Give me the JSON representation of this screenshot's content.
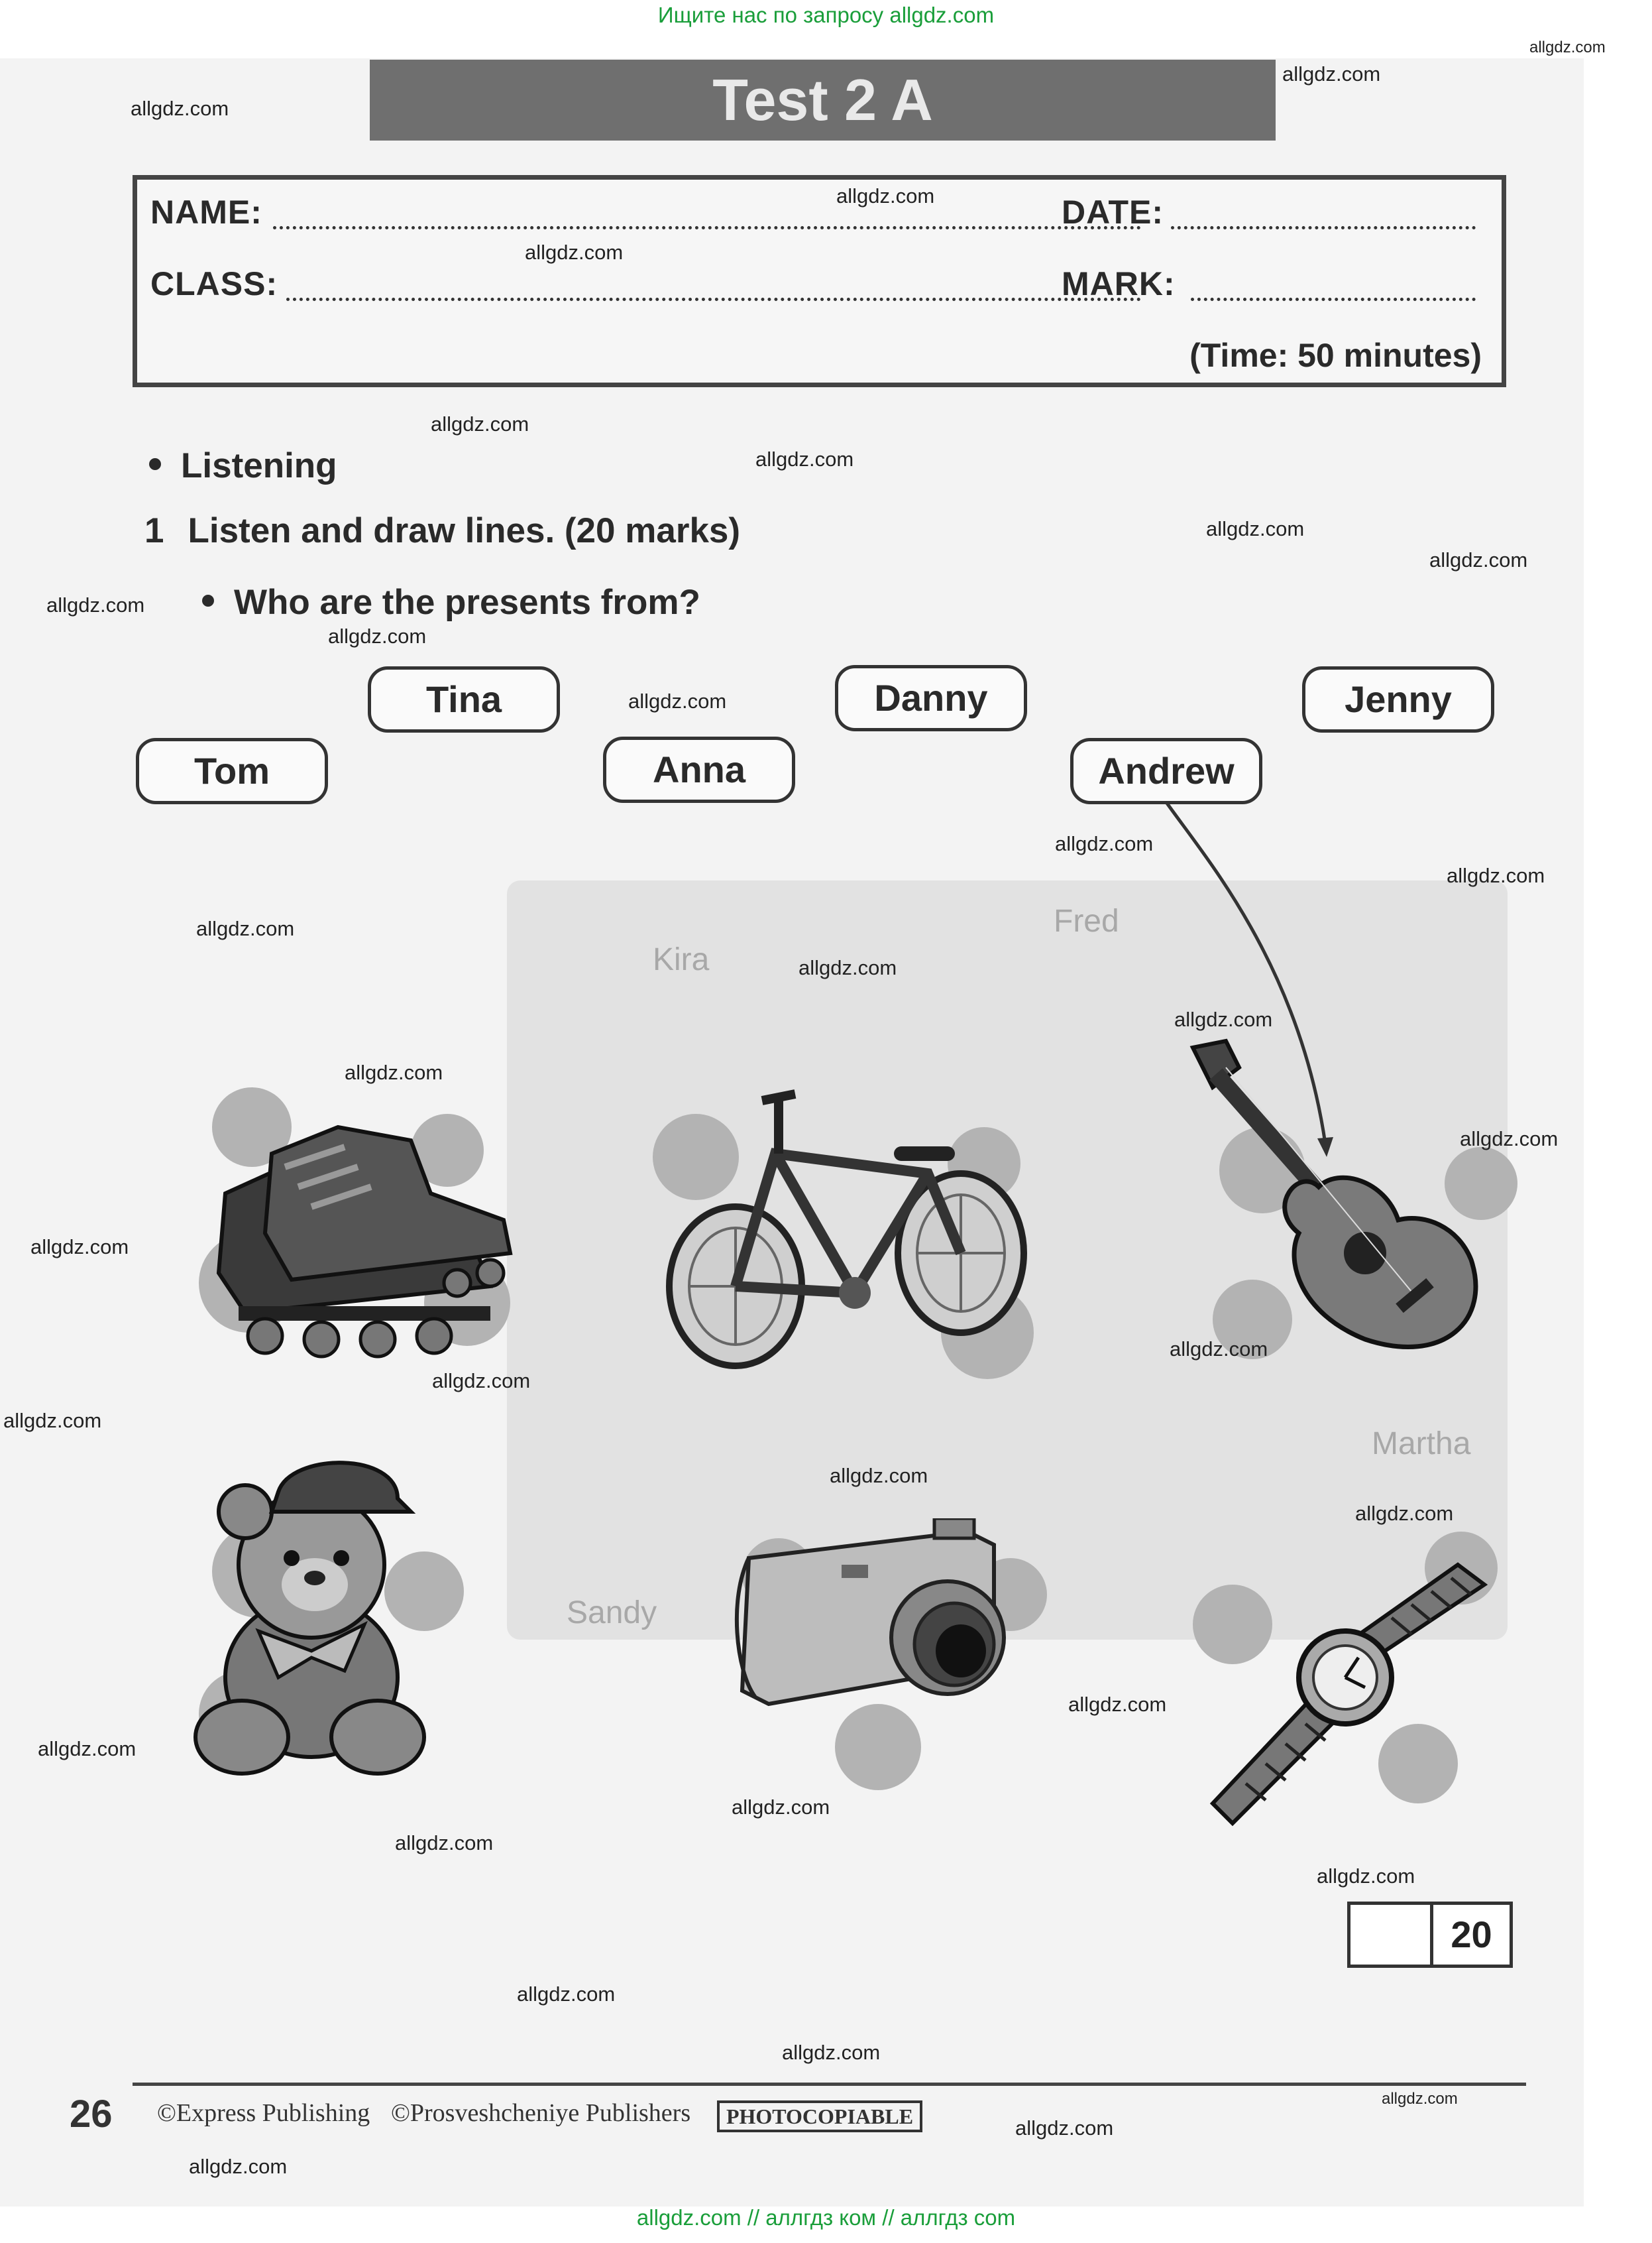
{
  "banners": {
    "top": "Ищите нас по запросу allgdz.com",
    "bottom": "allgdz.com  //  аллгдз ком  //  аллгдз com"
  },
  "test": {
    "title": "Test 2 A",
    "name_label": "NAME:",
    "class_label": "CLASS:",
    "date_label": "DATE:",
    "mark_label": "MARK:",
    "time": "(Time: 50 minutes)"
  },
  "section": {
    "heading": "Listening",
    "exercise_number": "1",
    "exercise_text": "Listen and draw lines. (20 marks)",
    "question": "Who are the presents from?"
  },
  "names": [
    "Tina",
    "Danny",
    "Jenny",
    "Tom",
    "Anna",
    "Andrew"
  ],
  "presents": [
    "roller-skates",
    "bicycle",
    "guitar",
    "teddy-bear",
    "camera",
    "watch"
  ],
  "score_value": "20",
  "footer": {
    "page_number": "26",
    "publisher1": "©Express Publishing",
    "publisher2": "©Prosveshcheniye Publishers",
    "photocopiable": "PHOTOCOPIABLE"
  },
  "showthrough": {
    "fred": "Fred",
    "kira": "Kira",
    "martha": "Martha",
    "sandy": "Sandy"
  },
  "watermarks": {
    "w1": "allgdz.com",
    "w2": "allgdz.com",
    "w3": "allgdz.com",
    "w4": "allgdz.com",
    "w5": "allgdz.com",
    "w6": "allgdz.com",
    "w7": "allgdz.com",
    "w8": "allgdz.com",
    "w9": "allgdz.com",
    "w10": "allgdz.com",
    "w11": "allgdz.com",
    "w12": "allgdz.com",
    "w13": "allgdz.com",
    "w14": "allgdz.com",
    "w15": "allgdz.com",
    "w16": "allgdz.com",
    "w17": "allgdz.com",
    "w18": "allgdz.com",
    "w19": "allgdz.com",
    "w20": "allgdz.com",
    "w21": "allgdz.com",
    "w22": "allgdz.com",
    "w23": "allgdz.com",
    "w24": "allgdz.com",
    "w25": "allgdz.com",
    "w26": "allgdz.com",
    "w27": "allgdz.com",
    "w28": "allgdz.com",
    "w29": "allgdz.com",
    "w30": "allgdz.com",
    "w31": "allgdz.com",
    "w32": "allgdz.com"
  }
}
